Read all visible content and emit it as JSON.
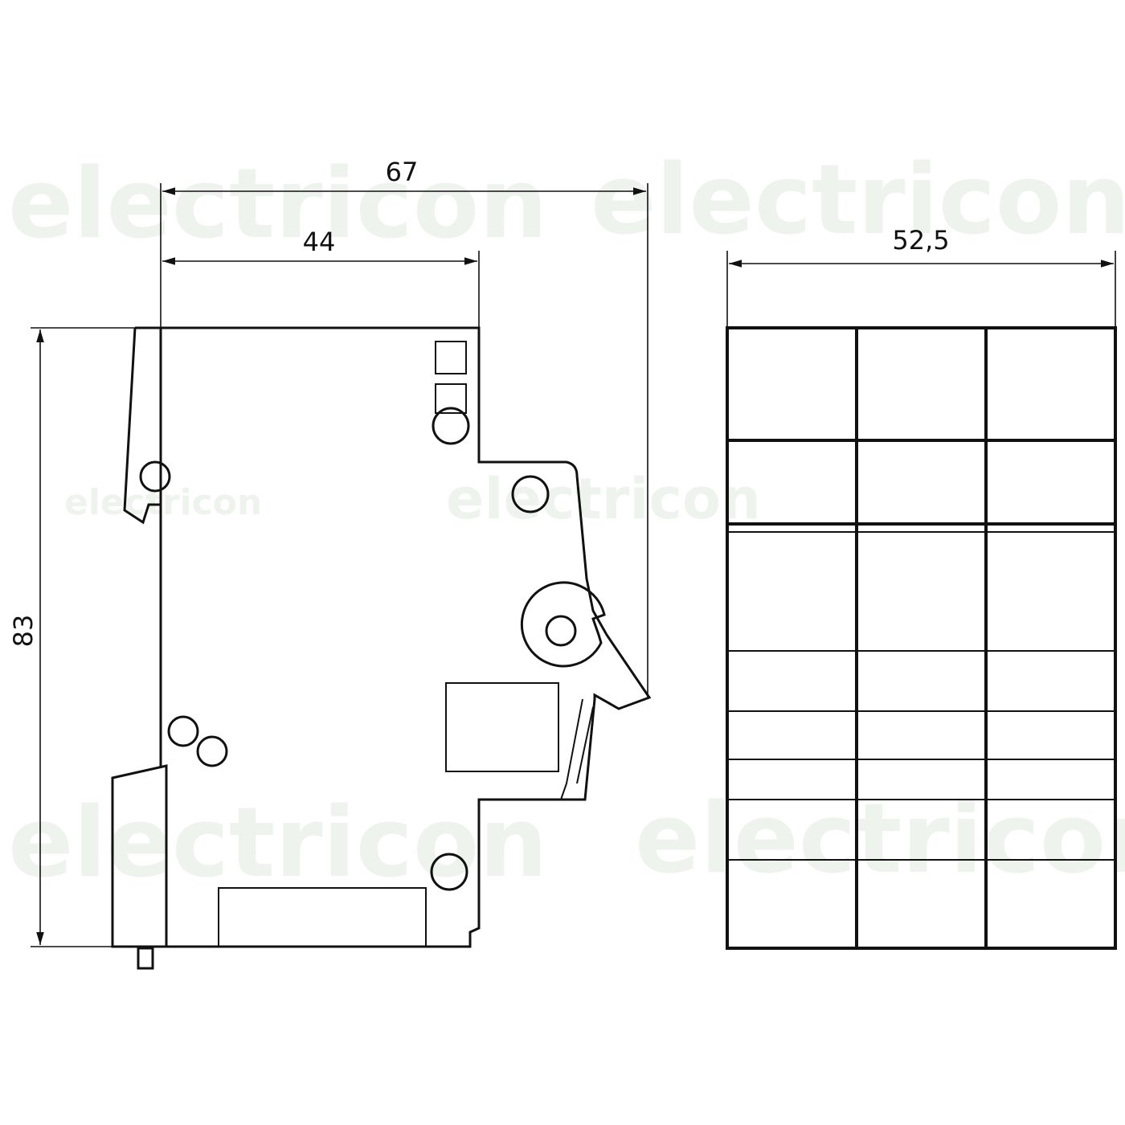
{
  "watermark": {
    "text": "electricon",
    "color": "#eef3ee"
  },
  "dimensions": {
    "overall_depth": "67",
    "front_depth": "44",
    "height": "83",
    "width": "52,5"
  },
  "front_view": {
    "poles": 3
  }
}
